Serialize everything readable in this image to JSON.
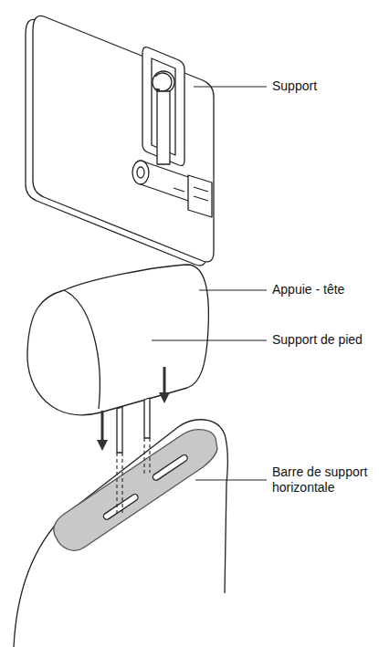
{
  "diagram": {
    "labels": [
      "Support",
      "Appuie - tête",
      "Support de pied",
      "Barre de support horizontale"
    ]
  }
}
